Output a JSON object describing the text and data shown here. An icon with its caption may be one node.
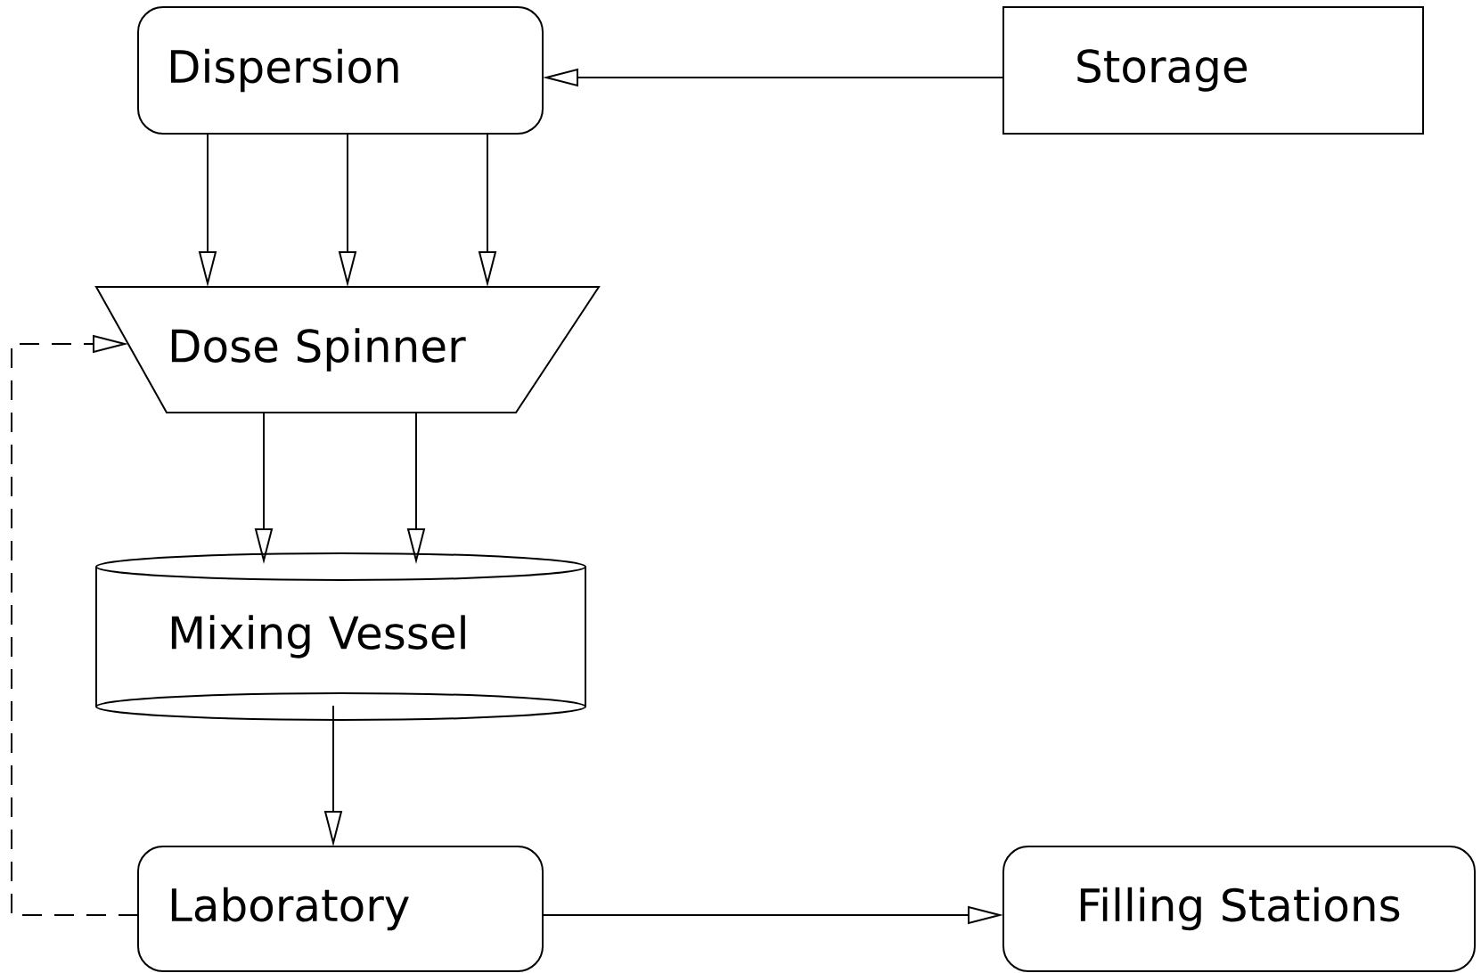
{
  "diagram": {
    "nodes": [
      {
        "text": [
          "Dispersion"
        ]
      },
      {
        "text": [
          "Storage"
        ]
      },
      {
        "text": [
          "Dose Spinner"
        ]
      },
      {
        "text": [
          "Mixing Vessel"
        ]
      },
      {
        "text": [
          "Laboratory"
        ]
      },
      {
        "text": [
          "Filling Stations"
        ]
      }
    ],
    "edges": [
      {
        "from": 1,
        "to": 0,
        "arrow": "to"
      },
      {
        "from": 0,
        "to": 2,
        "arrow": "to"
      },
      {
        "from": 0,
        "to": 2,
        "arrow": "to"
      },
      {
        "from": 0,
        "to": 2,
        "arrow": "to"
      },
      {
        "from": 2,
        "to": 3,
        "arrow": "to"
      },
      {
        "from": 2,
        "to": 3,
        "arrow": "to"
      },
      {
        "from": 3,
        "to": 4,
        "arrow": "to"
      },
      {
        "from": 4,
        "to": 5,
        "arrow": "to"
      },
      {
        "from": 4,
        "to": 2,
        "arrow": "to",
        "style": "dashed"
      }
    ]
  }
}
